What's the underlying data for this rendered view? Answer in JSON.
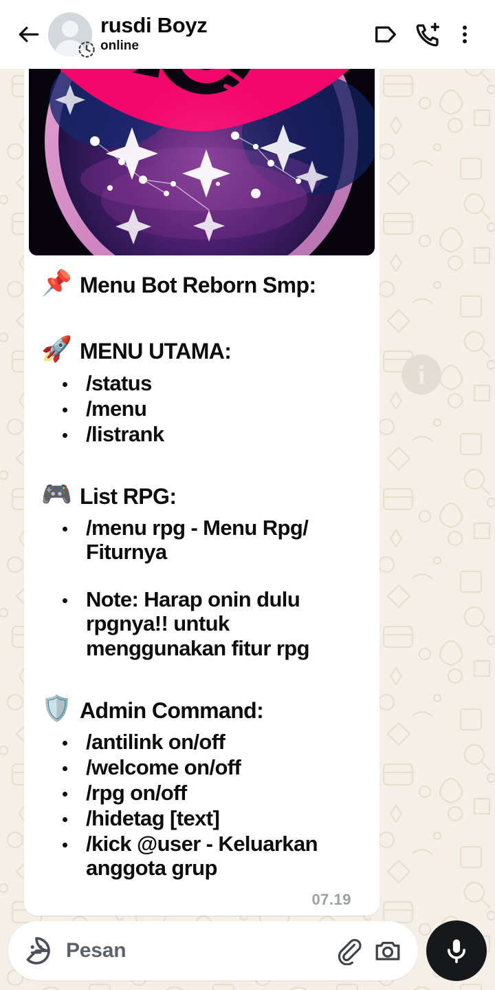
{
  "header": {
    "back_icon": "back-arrow-icon",
    "avatar": "default-contact-avatar",
    "disappearing_badge": "disappearing-messages-timer-icon",
    "title": "rusdi Boyz",
    "status": "online",
    "actions": [
      {
        "name": "label-tag-icon",
        "label": "Label"
      },
      {
        "name": "add-call-icon",
        "label": "Add call"
      },
      {
        "name": "overflow-menu-icon",
        "label": "More options"
      }
    ]
  },
  "chat": {
    "watermark": "i",
    "message": {
      "attachment_alt": "anime-cosmic-eye-artwork",
      "title": {
        "emoji": "📌",
        "emoji_name": "pushpin-emoji",
        "text": "Menu Bot Reborn Smp:"
      },
      "sections": [
        {
          "emoji": "🚀",
          "emoji_name": "rocket-emoji",
          "heading": "MENU UTAMA:",
          "spaced": false,
          "items": [
            "/status",
            "/menu",
            "/listrank"
          ]
        },
        {
          "emoji": "🎮",
          "emoji_name": "video-game-controller-emoji",
          "heading": "List RPG:",
          "spaced": true,
          "items": [
            "/menu rpg - Menu Rpg/ Fiturnya",
            "Note: Harap onin dulu rpgnya!! untuk menggunakan fitur rpg"
          ]
        },
        {
          "emoji": "🛡️",
          "emoji_name": "shield-emoji",
          "heading": "Admin Command:",
          "spaced": false,
          "items": [
            "/antilink on/off",
            "/welcome on/off",
            "/rpg on/off",
            "/hidetag [text]",
            "/kick @user - Keluarkan anggota grup"
          ]
        }
      ],
      "time": "07.19"
    }
  },
  "composer": {
    "sticker_icon": "sticker-emoji-icon",
    "placeholder": "Pesan",
    "attach_icon": "paperclip-icon",
    "camera_icon": "camera-icon",
    "mic_icon": "microphone-icon"
  },
  "colors": {
    "wallpaper": "#f5f0e7",
    "doodle": "#e7ded0",
    "bubble": "#ffffff",
    "header": "#ffffff",
    "text": "#0d0d0d",
    "time": "#9aa0a6",
    "mic_button": "#16181a"
  }
}
